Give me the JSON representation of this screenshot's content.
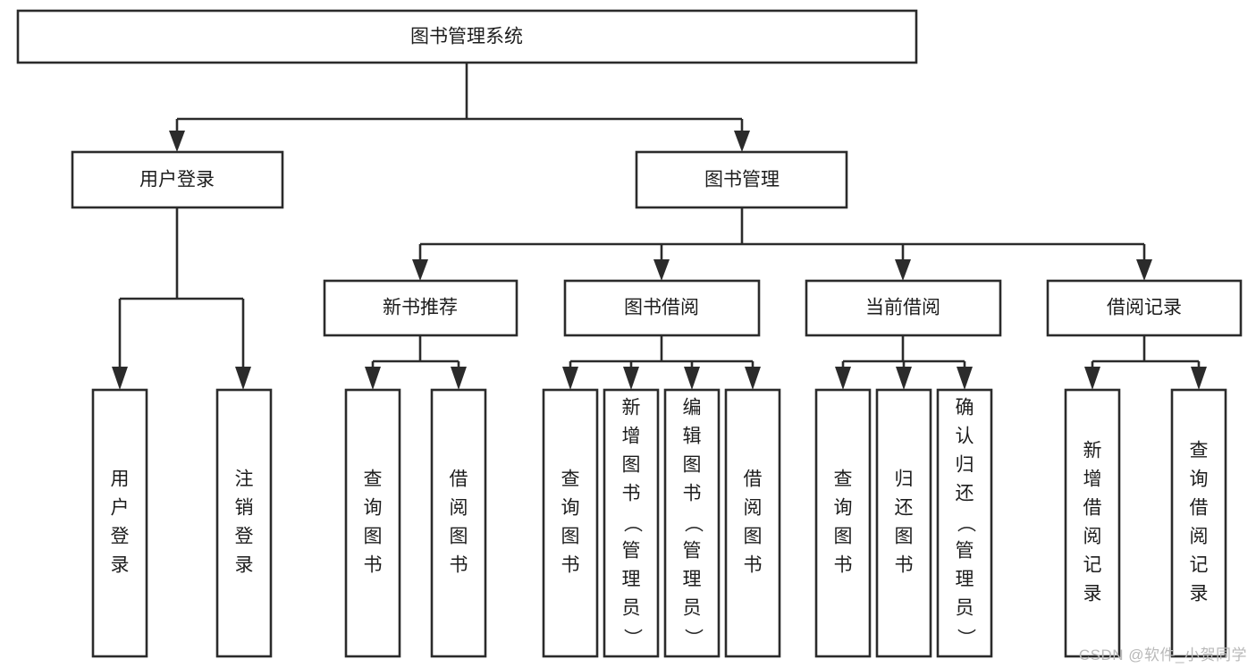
{
  "diagram": {
    "kind": "functional-decomposition-tree",
    "title_text": "图书管理系统",
    "watermark": "CSDN @软件_小贺同学",
    "colors": {
      "background": "#ffffff",
      "box_fill": "#ffffff",
      "box_stroke": "#2b2b2b",
      "text": "#1d1d1d",
      "watermark": "#b9b9b9"
    },
    "levels": {
      "level1": [
        "图书管理系统"
      ],
      "level2": [
        "用户登录",
        "图书管理"
      ],
      "level3": [
        "新书推荐",
        "图书借阅",
        "当前借阅",
        "借阅记录"
      ],
      "level4": [
        "用户登录",
        "注销登录",
        "查询图书",
        "借阅图书",
        "查询图书",
        "新增图书（管理员）",
        "编辑图书（管理员）",
        "借阅图书",
        "查询图书",
        "归还图书",
        "确认归还（管理员）",
        "新增借阅记录",
        "查询借阅记录"
      ]
    },
    "nodes": {
      "root": {
        "label": "图书管理系统"
      },
      "user_login": {
        "label": "用户登录"
      },
      "book_manage": {
        "label": "图书管理"
      },
      "new_book_rec": {
        "label": "新书推荐"
      },
      "book_borrow": {
        "label": "图书借阅"
      },
      "current_borrow": {
        "label": "当前借阅"
      },
      "borrow_record": {
        "label": "借阅记录"
      },
      "leaf_user_login": {
        "label": "用户登录"
      },
      "leaf_logout": {
        "label": "注销登录"
      },
      "leaf_query_book_1": {
        "label": "查询图书"
      },
      "leaf_borrow_book_1": {
        "label": "借阅图书"
      },
      "leaf_query_book_2": {
        "label": "查询图书"
      },
      "leaf_add_book": {
        "label": "新增图书（管理员）"
      },
      "leaf_edit_book": {
        "label": "编辑图书（管理员）"
      },
      "leaf_borrow_book_2": {
        "label": "借阅图书"
      },
      "leaf_query_book_3": {
        "label": "查询图书"
      },
      "leaf_return_book": {
        "label": "归还图书"
      },
      "leaf_confirm_return": {
        "label": "确认归还（管理员）"
      },
      "leaf_add_record": {
        "label": "新增借阅记录"
      },
      "leaf_query_record": {
        "label": "查询借阅记录"
      }
    },
    "edges": [
      {
        "from": "图书管理系统",
        "to": "用户登录"
      },
      {
        "from": "图书管理系统",
        "to": "图书管理"
      },
      {
        "from": "用户登录",
        "to": "用户登录"
      },
      {
        "from": "用户登录",
        "to": "注销登录"
      },
      {
        "from": "图书管理",
        "to": "新书推荐"
      },
      {
        "from": "图书管理",
        "to": "图书借阅"
      },
      {
        "from": "图书管理",
        "to": "当前借阅"
      },
      {
        "from": "图书管理",
        "to": "借阅记录"
      },
      {
        "from": "新书推荐",
        "to": "查询图书"
      },
      {
        "from": "新书推荐",
        "to": "借阅图书"
      },
      {
        "from": "图书借阅",
        "to": "查询图书"
      },
      {
        "from": "图书借阅",
        "to": "新增图书（管理员）"
      },
      {
        "from": "图书借阅",
        "to": "编辑图书（管理员）"
      },
      {
        "from": "图书借阅",
        "to": "借阅图书"
      },
      {
        "from": "当前借阅",
        "to": "查询图书"
      },
      {
        "from": "当前借阅",
        "to": "归还图书"
      },
      {
        "from": "当前借阅",
        "to": "确认归还（管理员）"
      },
      {
        "from": "借阅记录",
        "to": "新增借阅记录"
      },
      {
        "from": "借阅记录",
        "to": "查询借阅记录"
      }
    ]
  }
}
